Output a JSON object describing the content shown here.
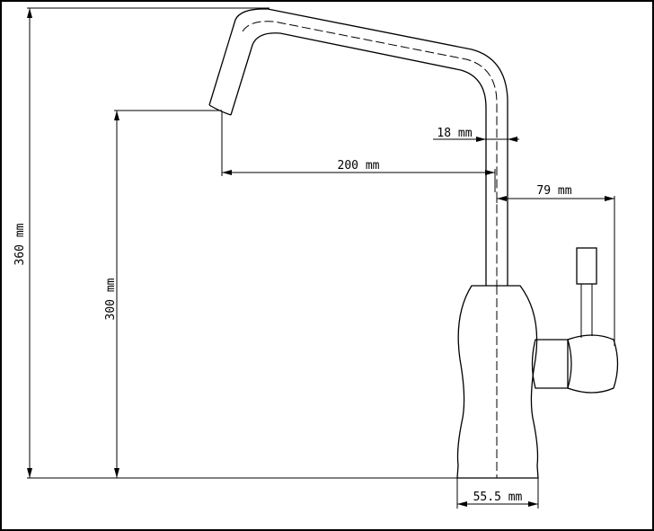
{
  "dimensions": {
    "total_height": "360 mm",
    "spout_height": "300 mm",
    "reach": "200 mm",
    "pipe_diameter": "18 mm",
    "handle_offset": "79 mm",
    "base_diameter": "55.5 mm"
  }
}
